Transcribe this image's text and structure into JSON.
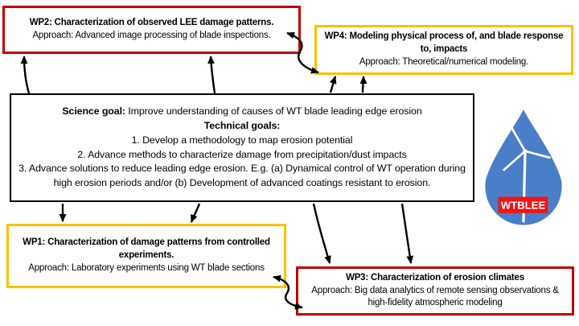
{
  "colors": {
    "wp_red_border": "#C00000",
    "wp_yellow_border": "#FFC000",
    "science_border": "#000000",
    "arrow": "#000000",
    "droplet_blue": "#4A7EC8",
    "logo_label_bg": "#EF1515",
    "logo_label_text": "#FFFFFF",
    "turbine_white": "#FFFFFF"
  },
  "boxes": {
    "wp2": {
      "title": "WP2: Characterization of observed LEE damage patterns.",
      "approach": "Approach: Advanced image processing of blade inspections."
    },
    "wp4": {
      "title": "WP4: Modeling physical process of, and blade response to, impacts",
      "approach": "Approach: Theoretical/numerical modeling."
    },
    "science": {
      "goal_label": "Science goal:",
      "goal_text": " Improve understanding of causes of WT blade leading edge erosion",
      "technical_label": "Technical goals:",
      "goals": [
        "1. Develop a methodology to map erosion potential",
        "2. Advance methods to characterize damage from precipitation/dust impacts",
        "3. Advance solutions to reduce leading edge erosion. E.g. (a) Dynamical control of WT operation during high erosion periods and/or (b) Development of advanced coatings resistant to erosion."
      ]
    },
    "wp1": {
      "title": "WP1: Characterization of damage patterns from controlled experiments.",
      "approach": "Approach: Laboratory experiments using WT blade sections"
    },
    "wp3": {
      "title": "WP3: Characterization of erosion climates",
      "approach": "Approach: Big data analytics of remote sensing observations & high-fidelity atmospheric modeling"
    }
  },
  "logo": {
    "label": "WTBLEE"
  },
  "connections": [
    {
      "from": "science-goal",
      "to": "wp2",
      "type": "one-way",
      "arrows": 2
    },
    {
      "from": "science-goal",
      "to": "wp4",
      "type": "one-way",
      "arrows": 2
    },
    {
      "from": "science-goal",
      "to": "wp1",
      "type": "one-way",
      "arrows": 2
    },
    {
      "from": "science-goal",
      "to": "wp3",
      "type": "one-way",
      "arrows": 2
    },
    {
      "from": "wp2",
      "to": "wp4",
      "type": "two-way",
      "arrows": 1
    },
    {
      "from": "wp1",
      "to": "wp3",
      "type": "two-way",
      "arrows": 1
    }
  ]
}
